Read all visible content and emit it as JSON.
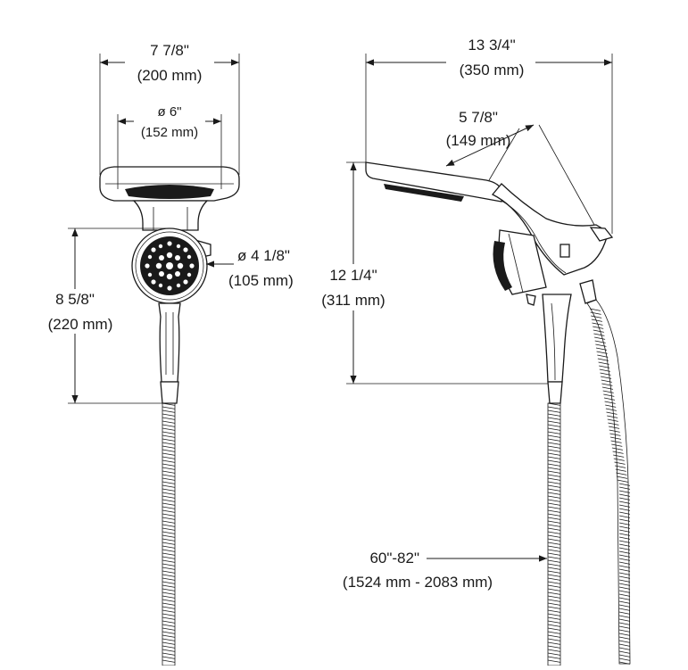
{
  "dimensions": {
    "front_width": {
      "imperial": "7 7/8\"",
      "metric": "(200 mm)"
    },
    "face_diameter": {
      "imperial": "ø 6\"",
      "metric": "(152 mm)"
    },
    "hand_shower_diameter": {
      "imperial": "ø 4 1/8\"",
      "metric": "(105 mm)"
    },
    "hand_shower_height": {
      "imperial": "8 5/8\"",
      "metric": "(220 mm)"
    },
    "side_depth": {
      "imperial": "13 3/4\"",
      "metric": "(350 mm)"
    },
    "arm_length": {
      "imperial": "5 7/8\"",
      "metric": "(149 mm)"
    },
    "side_height": {
      "imperial": "12 1/4\"",
      "metric": "(311 mm)"
    },
    "hose_length": {
      "imperial": "60\"-82\"",
      "metric": "(1524 mm - 2083 mm)"
    }
  },
  "colors": {
    "line": "#1a1a1a",
    "background": "#ffffff"
  }
}
